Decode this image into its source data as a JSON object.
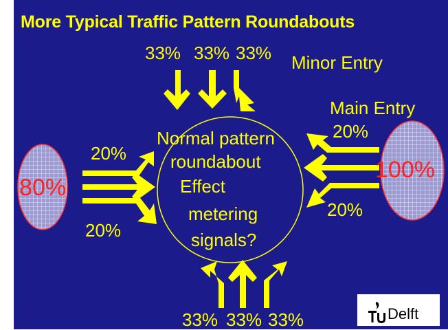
{
  "slide": {
    "title": "More Typical Traffic Pattern Roundabouts",
    "labels": {
      "top_left": "33%",
      "top_mid": "33%",
      "top_right": "33%",
      "minor_entry": "Minor Entry",
      "main_entry": "Main Entry",
      "right_top": "20%",
      "right_big": "100%",
      "right_bottom": "20%",
      "left_big": "80%",
      "left_top": "20%",
      "left_bottom": "20%",
      "bottom_left": "33%",
      "bottom_mid": "33%",
      "bottom_right": "33%"
    },
    "center": {
      "line1": "Normal pattern",
      "line2": "roundabout",
      "line3": "Effect",
      "line4": "metering",
      "line5": "signals?"
    },
    "logo": {
      "text": "Delft",
      "mark": "TU"
    },
    "colors": {
      "background": "#1b1b8c",
      "text_accent": "#ffff00",
      "big_numbers": "#ff2020"
    }
  }
}
